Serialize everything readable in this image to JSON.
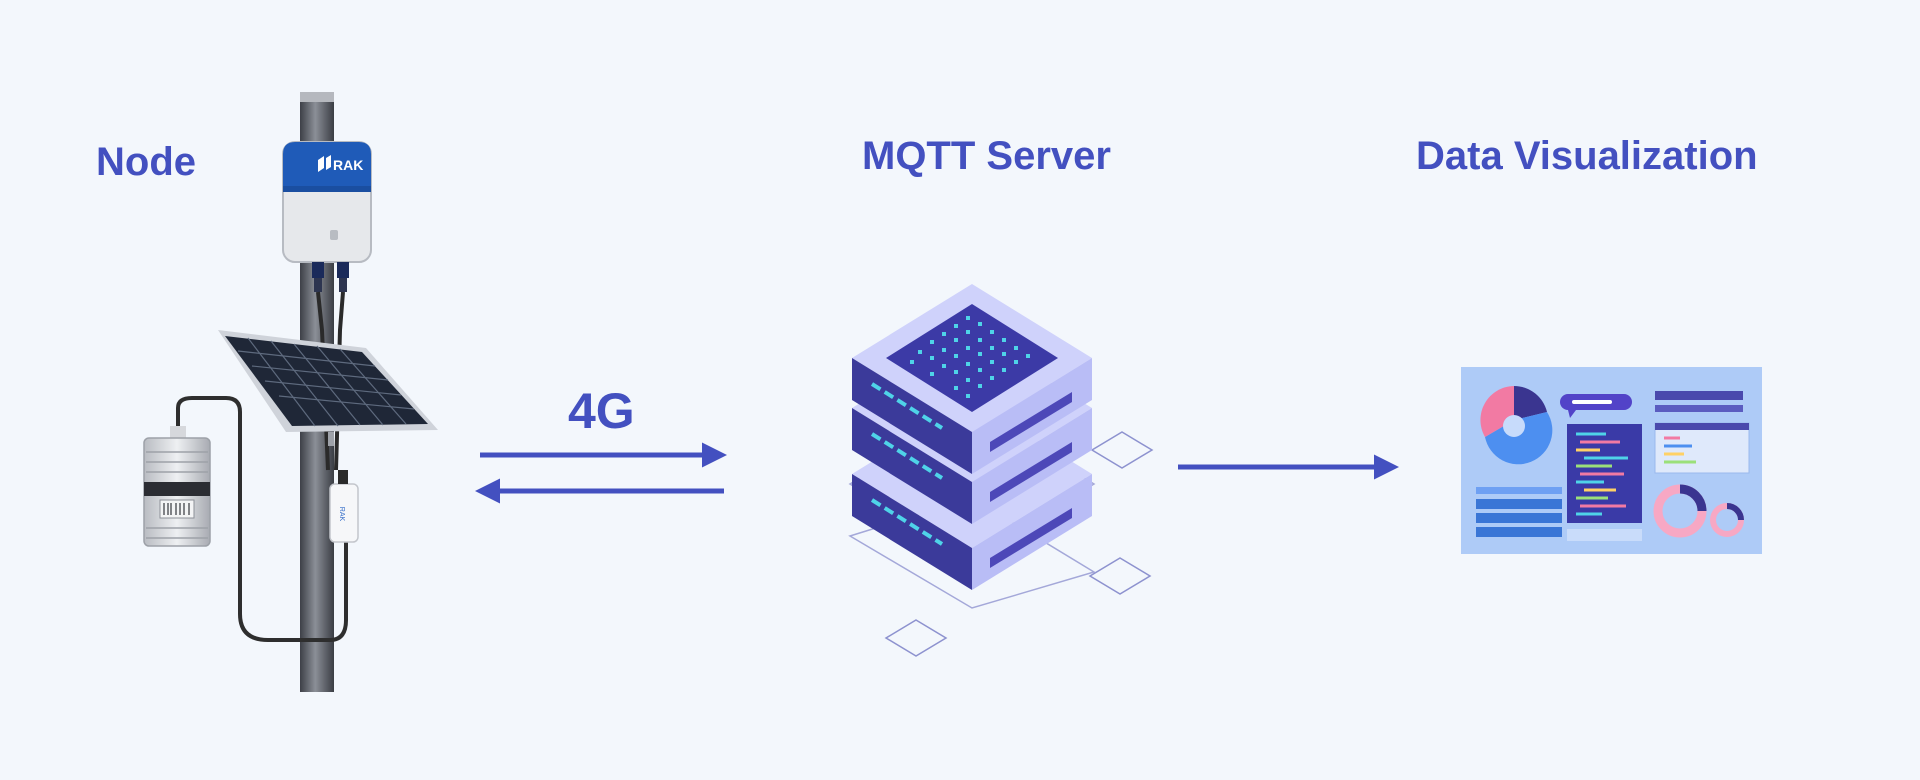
{
  "labels": {
    "node": "Node",
    "network": "4G",
    "server": "MQTT Server",
    "visualization": "Data Visualization"
  },
  "device": {
    "brand": "RAK"
  },
  "colors": {
    "accent": "#4350c0",
    "background": "#f3f7fc",
    "device_blue": "#1f5bb8",
    "server_purple": "#3b3a9a",
    "server_lavender": "#b9bdf6",
    "dashboard_bg": "#aecbf7",
    "pink": "#f27aa3",
    "blue": "#4d8ff0"
  }
}
